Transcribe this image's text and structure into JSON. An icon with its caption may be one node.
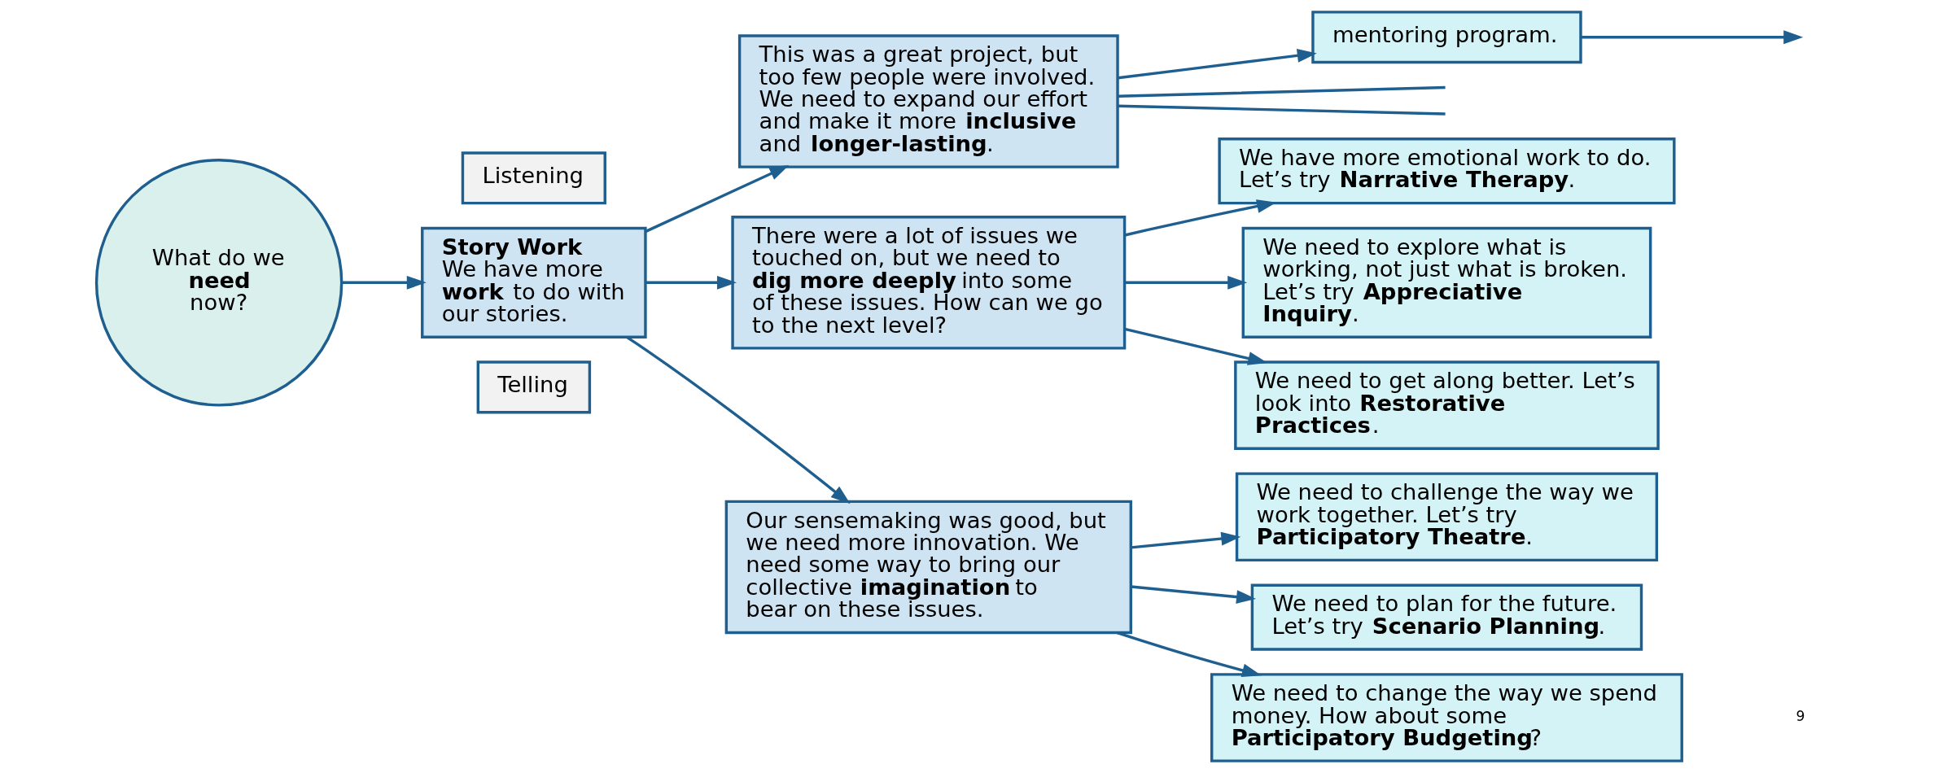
{
  "diagram": {
    "nodes": [
      {
        "text": [
          "What do we **need** now?"
        ]
      },
      {
        "text": [
          "Listening"
        ]
      },
      {
        "text": [
          "Story Work",
          "We have more **work** to do with our stories."
        ]
      },
      {
        "text": [
          "Telling"
        ]
      },
      {
        "text": [
          "This was a great project, but too few people were involved. We need to expand our effort and make it more **inclusive** and **longer-lasting**."
        ]
      },
      {
        "text": [
          "There were a lot of issues we touched on, but we need to **dig more deeply** into some of these issues. How can we go to the next level?"
        ]
      },
      {
        "text": [
          "Our sensemaking was good, but we need more innovation. We need some way to bring our collective **imagination** to bear on these issues."
        ]
      },
      {
        "text": [
          "mentoring program."
        ]
      },
      {
        "text": [
          "We have more emotional work to do. Let’s try **Narrative Therapy**."
        ]
      },
      {
        "text": [
          "We need to explore what is working, not just what is broken. Let’s try **Appreciative Inquiry**."
        ]
      },
      {
        "text": [
          "We need to get along better. Let’s look into **Restorative Practices**."
        ]
      },
      {
        "text": [
          "We need to challenge the way we work together. Let’s try **Participatory Theatre**."
        ]
      },
      {
        "text": [
          "We need to plan for the future. Let’s try **Scenario Planning**."
        ]
      },
      {
        "text": [
          "We need to change the way we spend money. How about some **Participatory Budgeting**?"
        ]
      }
    ],
    "edges": [
      {
        "from": 0,
        "to": 2,
        "arrow": "to"
      },
      {
        "from": 2,
        "to": 4,
        "arrow": "to"
      },
      {
        "from": 2,
        "to": 5,
        "arrow": "to"
      },
      {
        "from": 2,
        "to": 6,
        "arrow": "to"
      },
      {
        "from": 4,
        "to": null,
        "arrow": "none"
      },
      {
        "from": 4,
        "to": null,
        "arrow": "none"
      },
      {
        "from": 4,
        "to": 7,
        "arrow": "to"
      },
      {
        "from": 7,
        "to": null,
        "arrow": "to"
      },
      {
        "from": 5,
        "to": 8,
        "arrow": "to"
      },
      {
        "from": 5,
        "to": 9,
        "arrow": "to"
      },
      {
        "from": 5,
        "to": 10,
        "arrow": "to"
      },
      {
        "from": 6,
        "to": 11,
        "arrow": "to"
      },
      {
        "from": 6,
        "to": 12,
        "arrow": "to"
      },
      {
        "from": 6,
        "to": 13,
        "arrow": "to"
      }
    ],
    "labels": [
      "9"
    ]
  }
}
